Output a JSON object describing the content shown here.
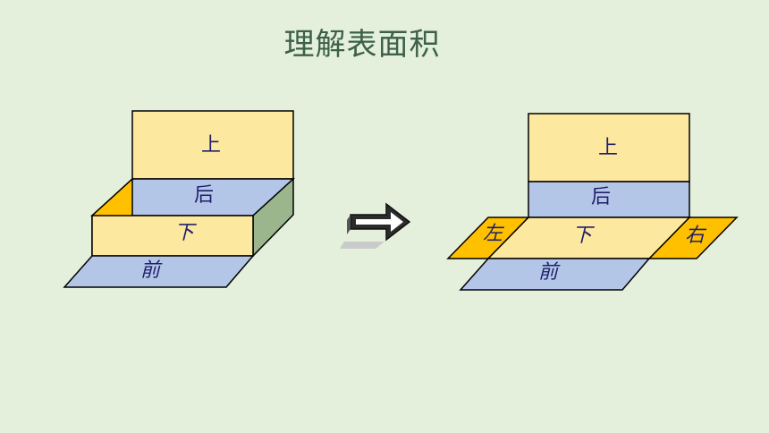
{
  "title": "理解表面积",
  "labels": {
    "top": "上",
    "back": "后",
    "bottom": "下",
    "front": "前",
    "left": "左",
    "right": "右"
  },
  "colors": {
    "background": "#e4efdc",
    "cream_face": "#fde8a0",
    "blue_face": "#b4c6e7",
    "gold_face": "#ffc000",
    "green_face": "#9bb58d",
    "outline": "#000000",
    "title": "#3c6048"
  }
}
